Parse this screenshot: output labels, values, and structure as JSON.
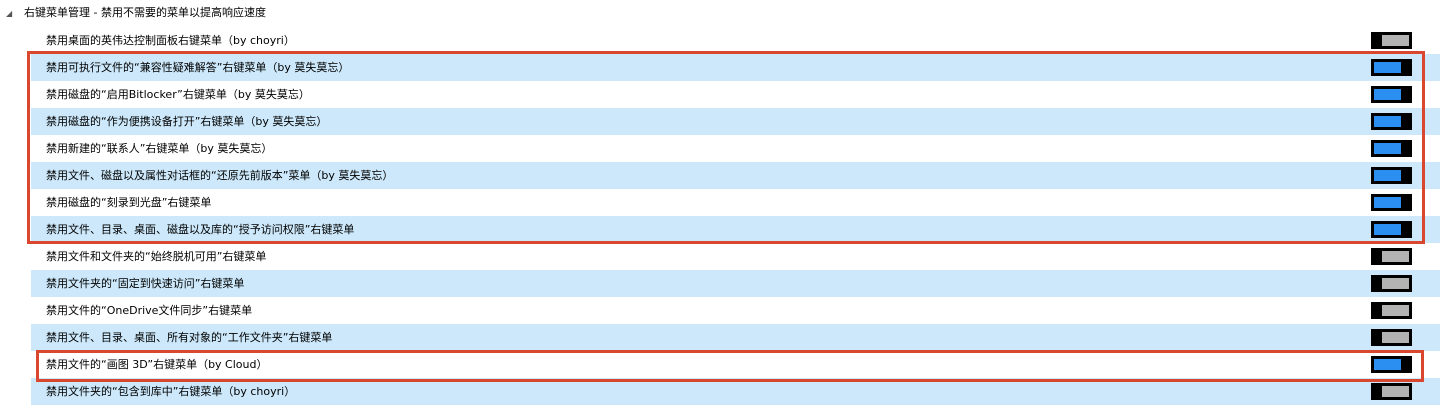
{
  "section": {
    "title": "右键菜单管理 - 禁用不需要的菜单以提高响应速度",
    "collapse_icon": "triangle-collapse-icon"
  },
  "colors": {
    "row_alt": "#cce8fa",
    "toggle_on": "#2b8ff2",
    "toggle_off": "#b3b3b3",
    "highlight_border": "#d9472e"
  },
  "items": [
    {
      "label": "禁用桌面的英伟达控制面板右键菜单（by choyri）",
      "enabled": false
    },
    {
      "label": "禁用可执行文件的“兼容性疑难解答”右键菜单（by 莫失莫忘）",
      "enabled": true
    },
    {
      "label": "禁用磁盘的“启用Bitlocker”右键菜单（by 莫失莫忘）",
      "enabled": true
    },
    {
      "label": "禁用磁盘的“作为便携设备打开”右键菜单（by 莫失莫忘）",
      "enabled": true
    },
    {
      "label": "禁用新建的“联系人”右键菜单（by 莫失莫忘）",
      "enabled": true
    },
    {
      "label": "禁用文件、磁盘以及属性对话框的“还原先前版本”菜单（by 莫失莫忘）",
      "enabled": true
    },
    {
      "label": "禁用磁盘的“刻录到光盘”右键菜单",
      "enabled": true
    },
    {
      "label": "禁用文件、目录、桌面、磁盘以及库的“授予访问权限”右键菜单",
      "enabled": true
    },
    {
      "label": "禁用文件和文件夹的“始终脱机可用”右键菜单",
      "enabled": false
    },
    {
      "label": "禁用文件夹的“固定到快速访问”右键菜单",
      "enabled": false
    },
    {
      "label": "禁用文件的“OneDrive文件同步”右键菜单",
      "enabled": false
    },
    {
      "label": "禁用文件、目录、桌面、所有对象的“工作文件夹”右键菜单",
      "enabled": false
    },
    {
      "label": "禁用文件的“画图 3D”右键菜单（by Cloud）",
      "enabled": true
    },
    {
      "label": "禁用文件夹的“包含到库中”右键菜单（by choyri）",
      "enabled": false
    }
  ]
}
